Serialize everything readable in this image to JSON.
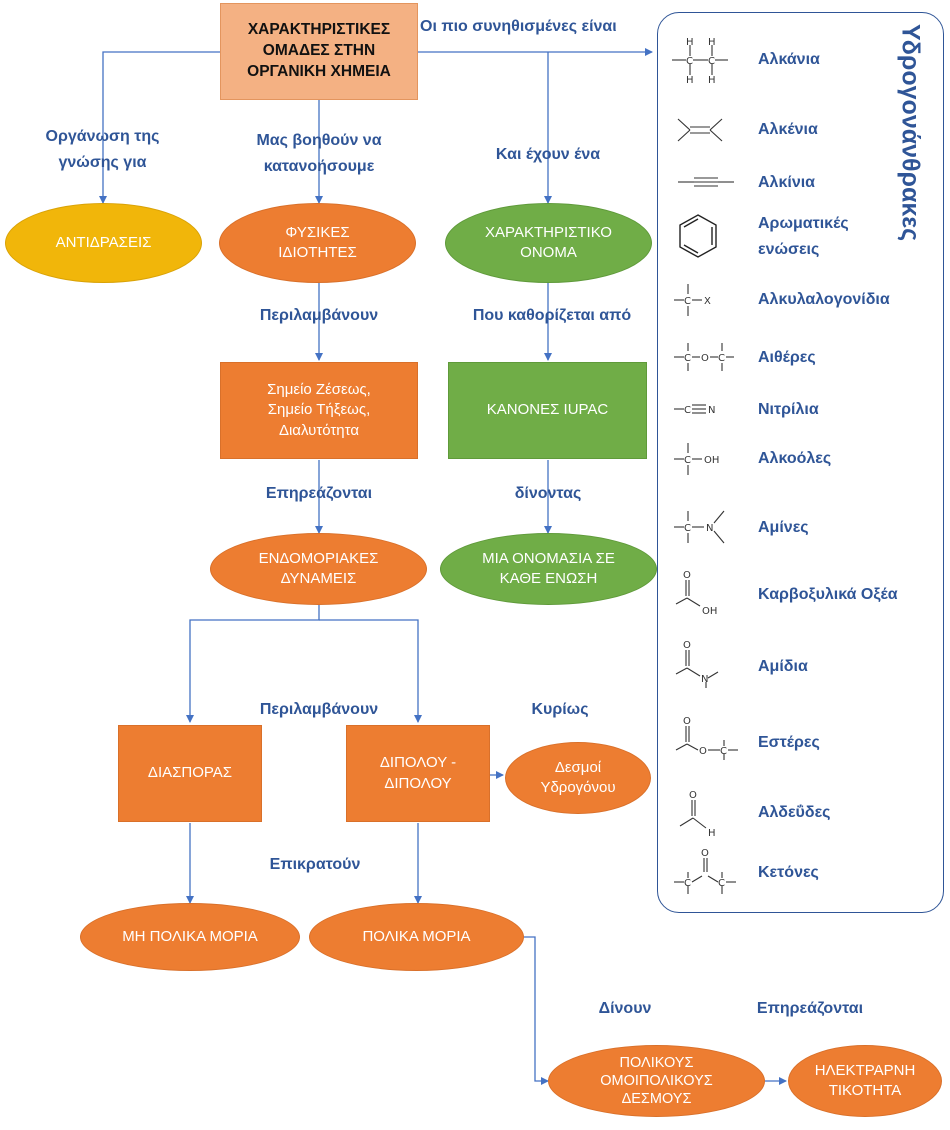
{
  "nodes": {
    "main": "ΧΑΡΑΚΤΗΡΙΣΤΙΚΕΣ\nΟΜΑΔΕΣ ΣΤΗΝ\nΟΡΓΑΝΙΚΗ ΧΗΜΕΙΑ",
    "reactions": "ΑΝΤΙΔΡΑΣΕΙΣ",
    "physical_properties": "ΦΥΣΙΚΕΣ\nΙΔΙΟΤΗΤΕΣ",
    "characteristic_name": "ΧΑΡΑΚΤΗΡΙΣΤΙΚΟ\nΟΝΟΜΑ",
    "boiling_point": "Σημείο Ζέσεως,\nΣημείο Τήξεως,\nΔιαλυτότητα",
    "iupac_rules": "ΚΑΝΟΝΕΣ IUPAC",
    "intermolecular_forces": "ΕΝΔΟΜΟΡΙΑΚΕΣ\nΔΥΝΑΜΕΙΣ",
    "one_name": "ΜΙΑ ΟΝΟΜΑΣΙΑ ΣΕ\nΚΑΘΕ ΕΝΩΣΗ",
    "dispersion": "ΔΙΑΣΠΟΡΑΣ",
    "dipole": "ΔΙΠΟΛΟΥ -\nΔΙΠΟΛΟΥ",
    "hydrogen_bonds": "Δεσμοί\nΥδρογόνου",
    "nonpolar_molecules": "ΜΗ ΠΟΛΙΚΑ ΜΟΡΙΑ",
    "polar_molecules": "ΠΟΛΙΚΑ ΜΟΡΙΑ",
    "polar_covalent_bonds": "ΠΟΛΙΚΟΥΣ\nΟΜΟΙΠΟΛΙΚΟΥΣ\nΔΕΣΜΟΥΣ",
    "electronegativity": "ΗΛΕΚΤΡΑΡΝΗ\nΤΙΚΟΤΗΤΑ"
  },
  "labels": {
    "most_common": "Οι πιο συνηθισμένες είναι",
    "organize_knowledge": "Οργάνωση της\nγνώσης για",
    "help_understand": "Μας βοηθούν να\nκατανοήσουμε",
    "and_have": "Και έχουν ένα",
    "include_1": "Περιλαμβάνουν",
    "determined_by": "Που καθορίζεται από",
    "affected": "Επηρεάζονται",
    "giving": "δίνοντας",
    "include_2": "Περιλαμβάνουν",
    "mainly": "Κυρίως",
    "dominate": "Επικρατούν",
    "give": "Δίνουν",
    "affected_2": "Επηρεάζονται"
  },
  "panel": {
    "title": "Υδρογονάνθρακες",
    "groups": [
      {
        "name": "Αλκάνια",
        "icon": "alkane-structure"
      },
      {
        "name": "Αλκένια",
        "icon": "alkene-structure"
      },
      {
        "name": "Αλκίνια",
        "icon": "alkyne-structure"
      },
      {
        "name": "Αρωματικές\nενώσεις",
        "icon": "benzene-structure"
      },
      {
        "name": "Αλκυλαλογονίδια",
        "icon": "alkyl-halide-structure"
      },
      {
        "name": "Αιθέρες",
        "icon": "ether-structure"
      },
      {
        "name": "Νιτρίλια",
        "icon": "nitrile-structure"
      },
      {
        "name": "Αλκοόλες",
        "icon": "alcohol-structure"
      },
      {
        "name": "Αμίνες",
        "icon": "amine-structure"
      },
      {
        "name": "Καρβοξυλικά Οξέα",
        "icon": "carboxylic-acid-structure"
      },
      {
        "name": "Αμίδια",
        "icon": "amide-structure"
      },
      {
        "name": "Εστέρες",
        "icon": "ester-structure"
      },
      {
        "name": "Αλδεΰδες",
        "icon": "aldehyde-structure"
      },
      {
        "name": "Κετόνες",
        "icon": "ketone-structure"
      }
    ],
    "atoms": {
      "h": "H",
      "x": "X",
      "o": "O",
      "n": "N",
      "oh": "OH",
      "c": "C"
    }
  },
  "colors": {
    "orange": "#ed7d31",
    "light_orange": "#f4b183",
    "green": "#70ad47",
    "gold": "#f1b60a",
    "link_blue": "#4472c4",
    "label_blue": "#2f5597"
  }
}
